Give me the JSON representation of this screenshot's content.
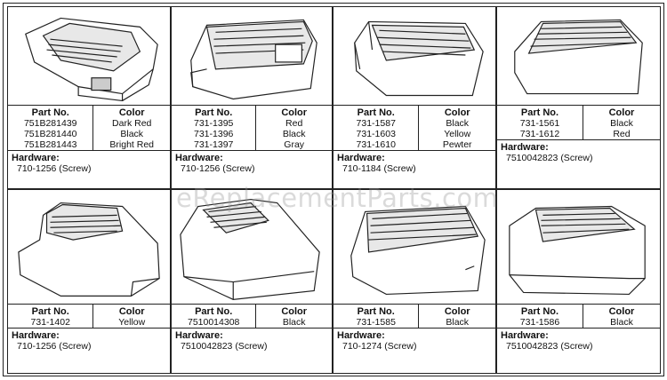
{
  "watermark": "eReplacementParts.com",
  "labels": {
    "part_no": "Part No.",
    "color": "Color",
    "hardware": "Hardware:"
  },
  "panels": [
    {
      "parts": [
        "751B281439",
        "751B281440",
        "751B281443"
      ],
      "colors": [
        "Dark Red",
        "Black",
        "Bright Red"
      ],
      "hardware": "710-1256 (Screw)"
    },
    {
      "parts": [
        "731-1395",
        "731-1396",
        "731-1397"
      ],
      "colors": [
        "Red",
        "Black",
        "Gray"
      ],
      "hardware": "710-1256 (Screw)"
    },
    {
      "parts": [
        "731-1587",
        "731-1603",
        "731-1610"
      ],
      "colors": [
        "Black",
        "Yellow",
        "Pewter"
      ],
      "hardware": "710-1184 (Screw)"
    },
    {
      "parts": [
        "731-1561",
        "731-1612"
      ],
      "colors": [
        "Black",
        "Red"
      ],
      "hardware": "7510042823 (Screw)"
    },
    {
      "parts": [
        "731-1402"
      ],
      "colors": [
        "Yellow"
      ],
      "hardware": "710-1256 (Screw)"
    },
    {
      "parts": [
        "7510014308"
      ],
      "colors": [
        "Black"
      ],
      "hardware": "7510042823 (Screw)"
    },
    {
      "parts": [
        "731-1585"
      ],
      "colors": [
        "Black"
      ],
      "hardware": "710-1274 (Screw)"
    },
    {
      "parts": [
        "731-1586"
      ],
      "colors": [
        "Black"
      ],
      "hardware": "7510042823 (Screw)"
    }
  ]
}
